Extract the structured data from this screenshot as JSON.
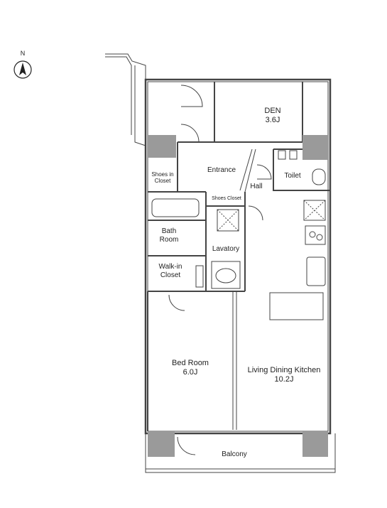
{
  "compass": {
    "label": "N"
  },
  "rooms": {
    "den": {
      "name": "DEN",
      "size": "3.6J"
    },
    "entrance": {
      "name": "Entrance"
    },
    "shoes_in_closet": {
      "line1": "Shoes in",
      "line2": "Closet"
    },
    "hall": {
      "name": "Hall"
    },
    "toilet": {
      "name": "Toilet"
    },
    "shoes_closet": {
      "name": "Shoes Closet"
    },
    "bath_room": {
      "line1": "Bath",
      "line2": "Room"
    },
    "lavatory": {
      "name": "Lavatory"
    },
    "walk_in_closet": {
      "line1": "Walk-in",
      "line2": "Closet"
    },
    "bed_room": {
      "name": "Bed Room",
      "size": "6.0J"
    },
    "living_dining_kitchen": {
      "name": "Living Dining Kitchen",
      "size": "10.2J"
    },
    "balcony": {
      "name": "Balcony"
    }
  },
  "colors": {
    "wall": "#555555",
    "column": "#9a9a9a",
    "line": "#444444",
    "background": "#ffffff"
  }
}
